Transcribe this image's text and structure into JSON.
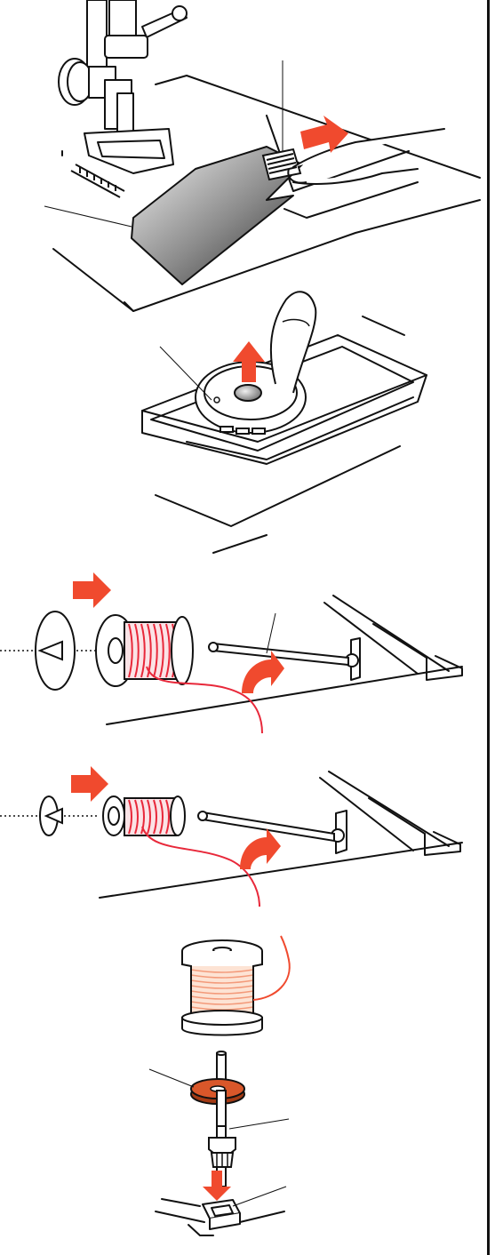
{
  "colors": {
    "arrow": "#f04a2e",
    "thread": "#e8283a",
    "thread_light": "#f39a7a",
    "felt": "#d9572a",
    "line": "#111111",
    "plate_dark": "#3a3a3a",
    "plate_light": "#f2f2f2"
  },
  "panels": [
    {
      "name": "bobbin-cover-removal",
      "arrow_icon": "right-arrow"
    },
    {
      "name": "bobbin-lift-out",
      "arrow_icon": "up-arrow"
    },
    {
      "name": "spool-large-cap",
      "arrow_icon": "right-arrow"
    },
    {
      "name": "spool-small-cap",
      "arrow_icon": "right-arrow"
    },
    {
      "name": "auxiliary-spool-pin",
      "arrow_icon": "down-arrow"
    }
  ]
}
